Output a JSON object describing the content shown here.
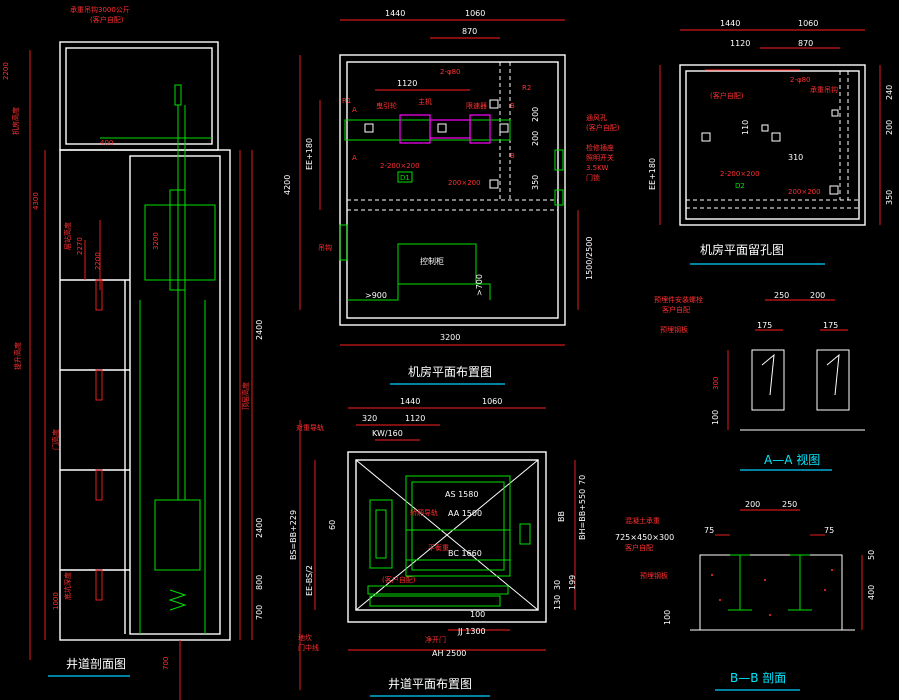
{
  "titles": {
    "shaft_section": "井道剖面图",
    "machine_room_layout": "机房平面布置图",
    "machine_room_holes": "机房平面留孔图",
    "shaft_plan": "井道平面布置图",
    "view_aa": "A—A 视图",
    "section_bb": "B—B 剖面"
  },
  "machine_room": {
    "dims_top": [
      "1440",
      "1060",
      "870",
      "1120"
    ],
    "dim_bottom": "3200",
    "dim_left": "4200",
    "dim_right": "1500/2500",
    "labels": [
      "R1",
      "R2",
      "A",
      "A",
      "B",
      "B",
      "2-φ80",
      "2-200×200",
      "200×200",
      "350",
      "200",
      "200",
      "EE+180",
      ">900",
      ">700",
      "D1",
      "控制柜"
    ],
    "notes": [
      "主机",
      "限速器",
      "曳引轮",
      "通风孔",
      "检修插座",
      "(客户自配)",
      "照明开关",
      "门锁",
      "3.5KW",
      "吊钩"
    ]
  },
  "holes_plan": {
    "dims_top": [
      "1440",
      "1060",
      "870",
      "1120"
    ],
    "labels": [
      "2-φ80",
      "2-200×200",
      "200×200",
      "310",
      "110",
      "240",
      "200",
      "350",
      "EE+180",
      "D2"
    ],
    "notes": [
      "承重吊钩",
      "(客户自配)"
    ]
  },
  "shaft_plan": {
    "dims_top": [
      "1440",
      "1060",
      "320",
      "1120",
      "KW/160"
    ],
    "labels": [
      "AS 1580",
      "AA 1500",
      "BC 1660",
      "JJ 1300",
      "AH 2500",
      "BB",
      "BH=BB+550",
      "BS=BB+229",
      "EE-BS/2",
      "100",
      "130",
      "30",
      "70",
      "199",
      "60"
    ],
    "notes": [
      "对重导轨",
      "轿厢导轨",
      "平衡重",
      "地坎",
      "门中线",
      "净开门",
      "(客户自配)"
    ]
  },
  "section": {
    "dims": [
      "2200",
      "4300",
      "2270",
      "2200",
      "3200",
      "2400",
      "2400",
      "800",
      "700",
      "1000",
      "400",
      "700"
    ],
    "notes": [
      "承重吊钩3000公斤",
      "(客户自配)",
      "机房高度",
      "层站高度",
      "提升高度",
      "底坑深度",
      "门高度",
      "顶层高度"
    ]
  },
  "view_aa": {
    "dims": [
      "250",
      "200",
      "175",
      "175",
      "300",
      "100"
    ],
    "notes": [
      "预埋件安装螺栓",
      "客户自配",
      "预埋钢板"
    ]
  },
  "section_bb": {
    "dims": [
      "200",
      "250",
      "75",
      "75",
      "50",
      "400",
      "100"
    ],
    "notes": [
      "混凝土承重",
      "725×450×300",
      "客户自配",
      "预埋钢板"
    ]
  }
}
